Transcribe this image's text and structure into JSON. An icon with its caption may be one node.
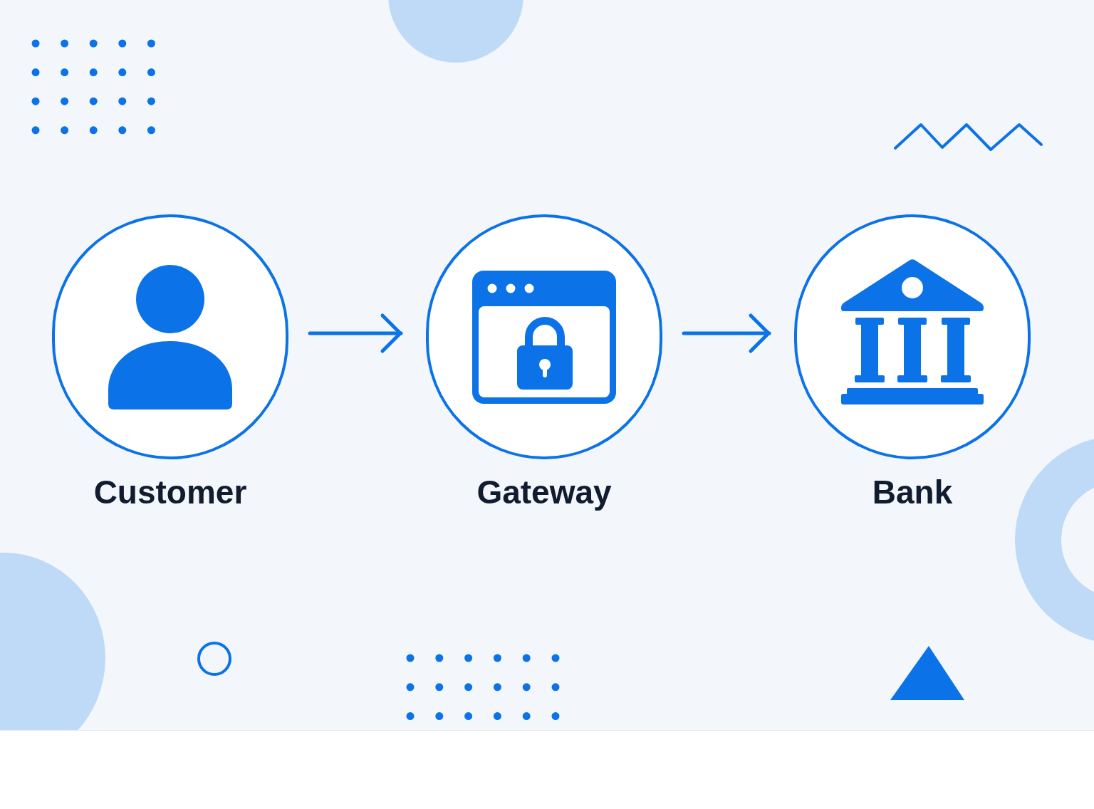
{
  "diagram": {
    "nodes": [
      {
        "text": [
          "Customer"
        ]
      },
      {
        "text": [
          "Gateway"
        ]
      },
      {
        "text": [
          "Bank"
        ]
      }
    ],
    "edges": [
      {
        "from": 0,
        "to": 1,
        "arrow": "to"
      },
      {
        "from": 1,
        "to": 2,
        "arrow": "to"
      }
    ]
  }
}
